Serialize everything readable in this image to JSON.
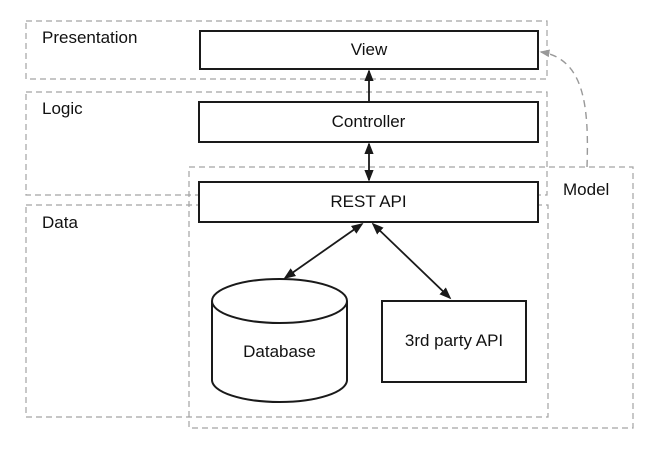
{
  "layers": {
    "presentation": {
      "label": "Presentation"
    },
    "logic": {
      "label": "Logic"
    },
    "data": {
      "label": "Data"
    },
    "model": {
      "label": "Model"
    }
  },
  "nodes": {
    "view": {
      "label": "View"
    },
    "controller": {
      "label": "Controller"
    },
    "rest_api": {
      "label": "REST API"
    },
    "database": {
      "label": "Database"
    },
    "third_party_api": {
      "label": "3rd party API"
    }
  },
  "connections": [
    {
      "from": "controller",
      "to": "view",
      "style": "solid",
      "heads": "end"
    },
    {
      "from": "controller",
      "to": "rest_api",
      "style": "solid",
      "heads": "both"
    },
    {
      "from": "rest_api",
      "to": "database",
      "style": "solid",
      "heads": "both"
    },
    {
      "from": "rest_api",
      "to": "third_party_api",
      "style": "solid",
      "heads": "both"
    },
    {
      "from": "model",
      "to": "view",
      "style": "dashed",
      "heads": "end"
    }
  ],
  "colors": {
    "background": "#ffffff",
    "node_border": "#1a1a1a",
    "layer_dash_border": "#a3a3a3",
    "arrow": "#1a1a1a",
    "model_dashed_arrow": "#999999",
    "text": "#111111"
  }
}
